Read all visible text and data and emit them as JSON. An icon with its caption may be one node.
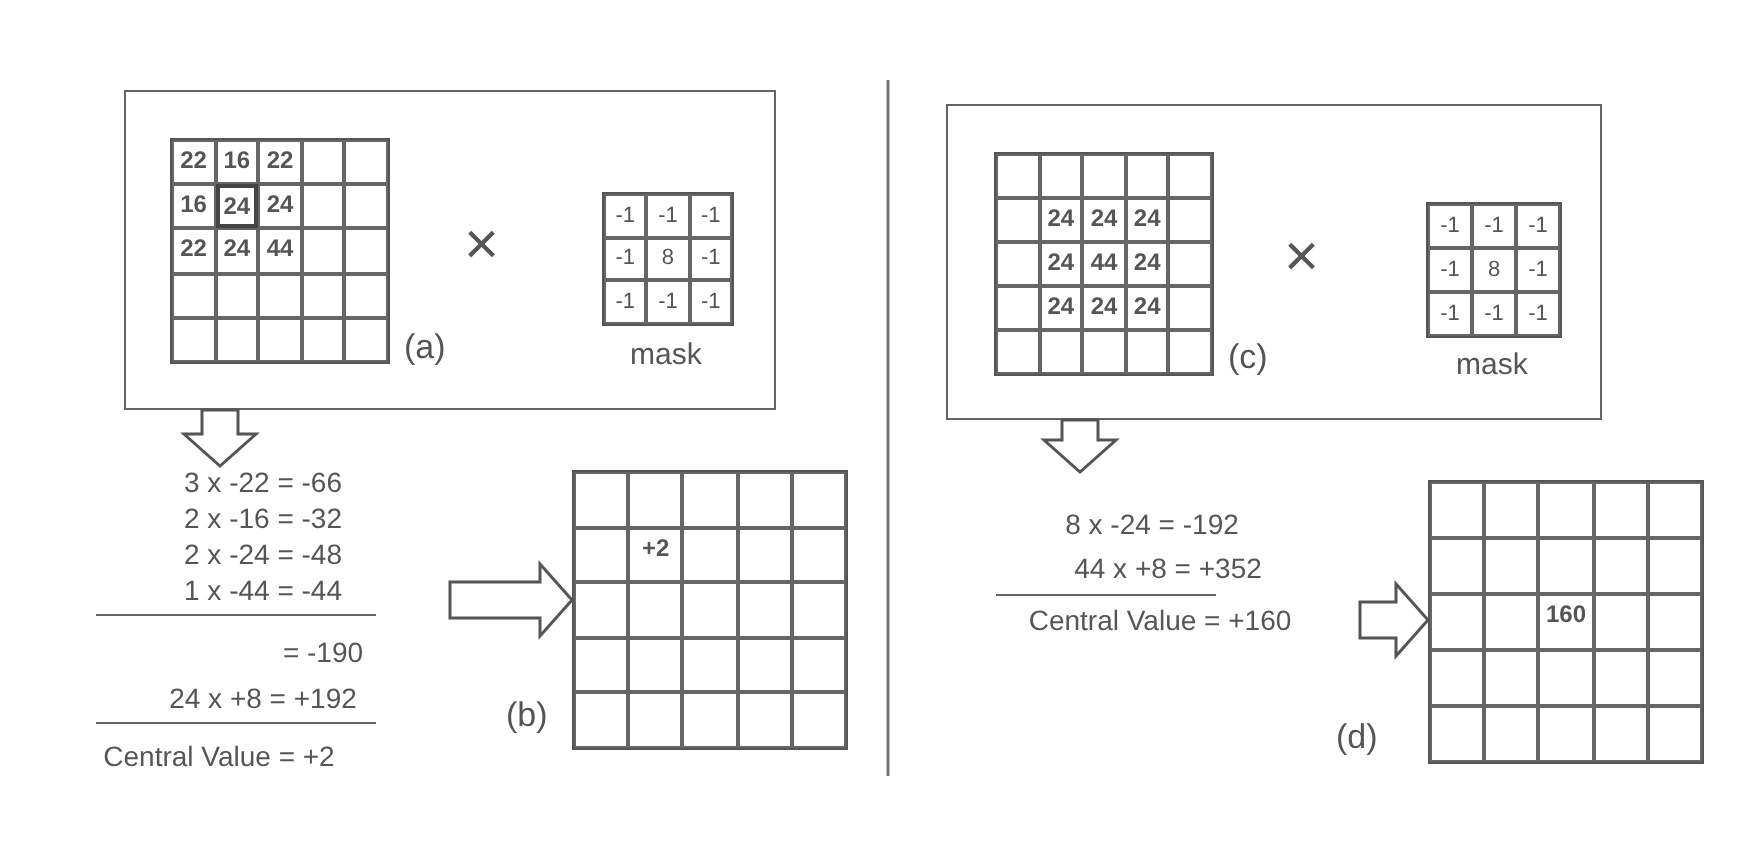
{
  "diagram": {
    "nodes": [
      {
        "text": [],
        "shape": "box"
      },
      {
        "text": [
          "22",
          "16",
          "22",
          "16",
          "24",
          "24",
          "22",
          "24",
          "44"
        ],
        "in": 0,
        "beside": [
          "(a)"
        ]
      },
      {
        "text": [
          "-1",
          "-1",
          "-1",
          "-1",
          "8",
          "-1",
          "-1",
          "-1",
          "-1"
        ],
        "in": 0,
        "beside": [
          "mask"
        ]
      },
      {
        "text": [
          "3 x -22 = -66",
          "2 x -16 = -32",
          "2 x -24 = -48",
          "1 x -44 = -44",
          "= -190",
          "24 x +8 = +192",
          "Central Value = +2"
        ]
      },
      {
        "text": [
          "+2"
        ],
        "beside": [
          "(b)"
        ]
      },
      {
        "text": [],
        "shape": "box"
      },
      {
        "text": [
          "24",
          "24",
          "24",
          "24",
          "44",
          "24",
          "24",
          "24",
          "24"
        ],
        "in": 5,
        "beside": [
          "(c)"
        ]
      },
      {
        "text": [
          "-1",
          "-1",
          "-1",
          "-1",
          "8",
          "-1",
          "-1",
          "-1",
          "-1"
        ],
        "in": 5,
        "beside": [
          "mask"
        ]
      },
      {
        "text": [
          "8 x -24 = -192",
          "44 x +8 = +352",
          "Central Value = +160"
        ]
      },
      {
        "text": [
          "160"
        ],
        "beside": [
          "(d)"
        ]
      }
    ],
    "edges": [
      {
        "from": 0,
        "to": 3,
        "arrow": "to"
      },
      {
        "from": 3,
        "to": 4,
        "arrow": "to"
      },
      {
        "from": 5,
        "to": 8,
        "arrow": "to"
      },
      {
        "from": 8,
        "to": 9,
        "arrow": "to"
      }
    ],
    "labels": [
      "×",
      "×"
    ]
  }
}
